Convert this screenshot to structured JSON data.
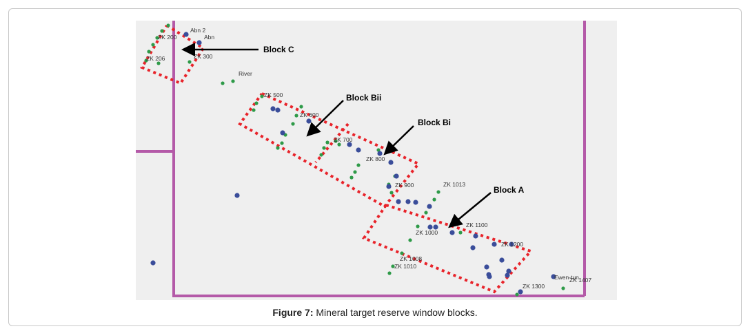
{
  "figure": {
    "caption_label": "Figure 7:",
    "caption_text": " Mineral target reserve window blocks.",
    "blocks": {
      "c": "Block C",
      "bii": "Block Bii",
      "bi": "Block Bi",
      "a": "Block A"
    },
    "map_labels": [
      "Abn 2",
      "Abn",
      "ZK 200",
      "ZK 206",
      "ZK 300",
      "River",
      "ZK 500",
      "ZK 600",
      "ZK 700",
      "ZK 800",
      "ZK 900",
      "ZK 1013",
      "ZK 1100",
      "ZK 1000",
      "ZK 1200",
      "ZK 1008",
      "ZK 1010",
      "ZK 1300",
      "Ewen-tun",
      "ZK 1407"
    ],
    "colors": {
      "boundary": "#b45aa8",
      "block_outline": "#e8232a",
      "green_point": "#2e9a48",
      "blue_point": "#3a4d9a",
      "background": "#efefef"
    }
  }
}
